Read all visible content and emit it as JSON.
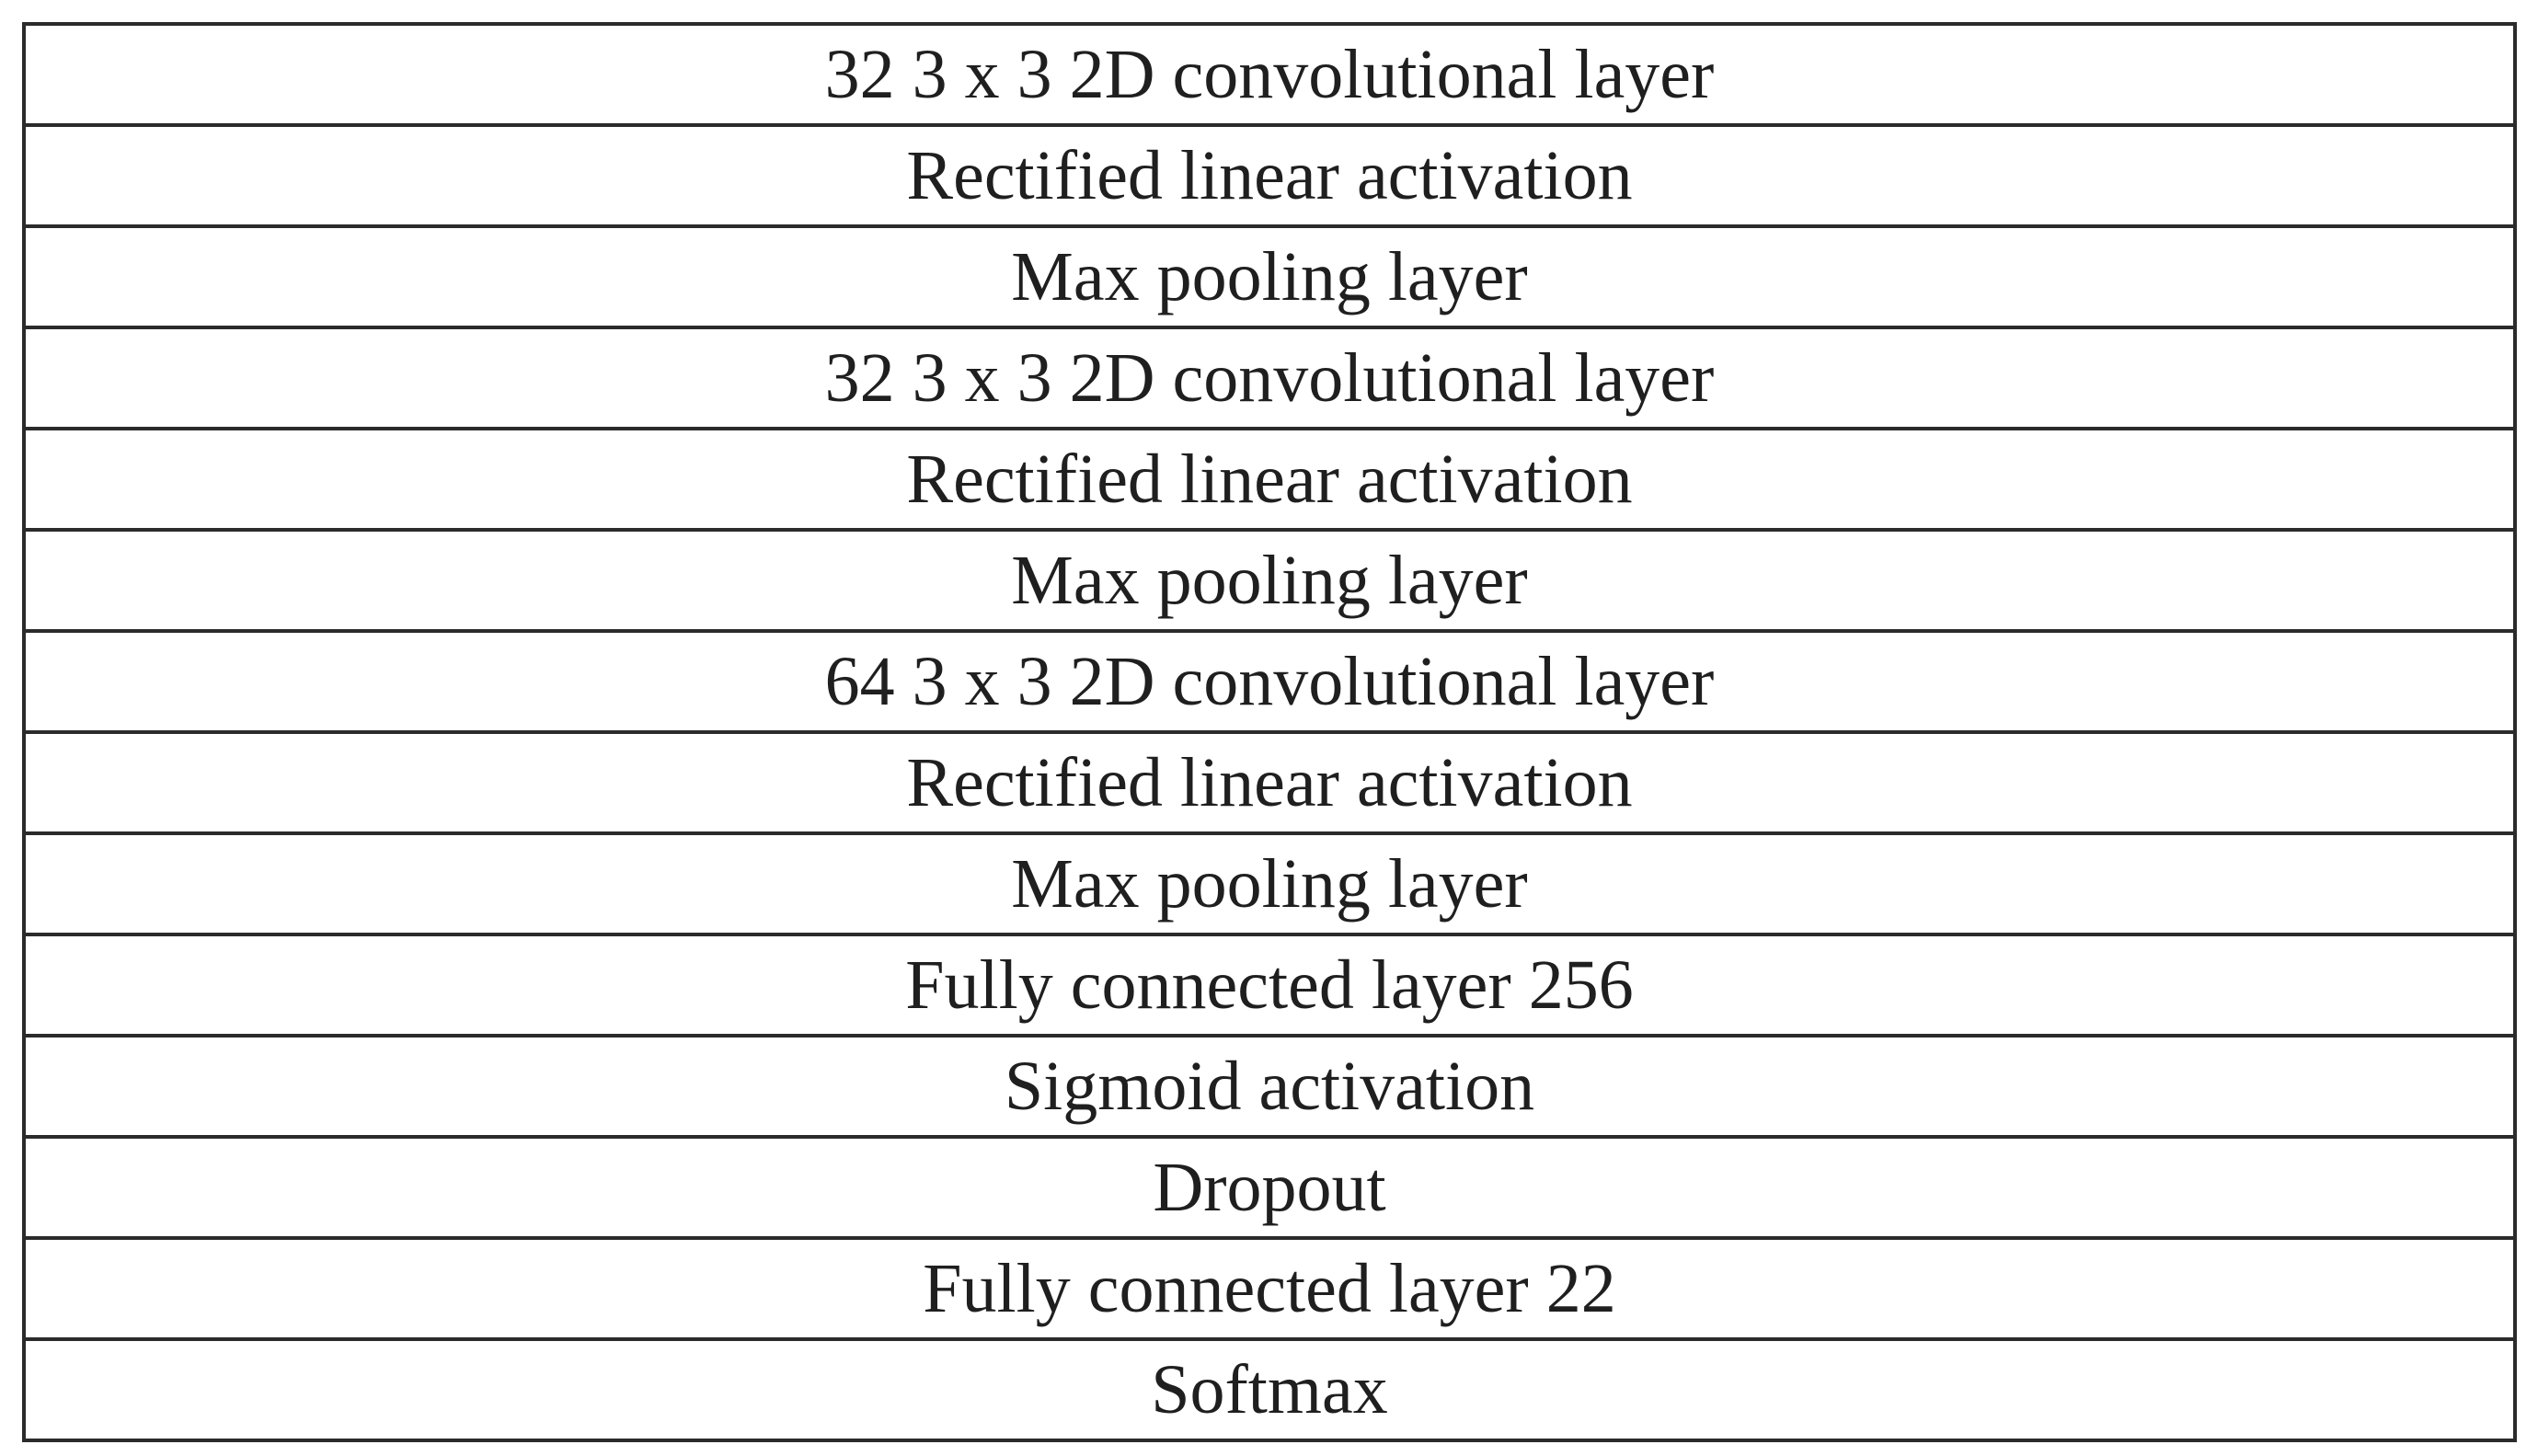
{
  "layers": [
    "32 3 x 3 2D convolutional layer",
    "Rectified linear activation",
    "Max pooling layer",
    "32 3 x 3 2D convolutional layer",
    "Rectified linear activation",
    "Max pooling layer",
    "64 3 x 3 2D convolutional layer",
    "Rectified linear activation",
    "Max pooling layer",
    "Fully connected layer 256",
    "Sigmoid activation",
    "Dropout",
    "Fully connected layer 22",
    "Softmax"
  ],
  "colors": {
    "border": "#2b2b2b",
    "text": "#1f1f1f",
    "background": "#ffffff"
  }
}
